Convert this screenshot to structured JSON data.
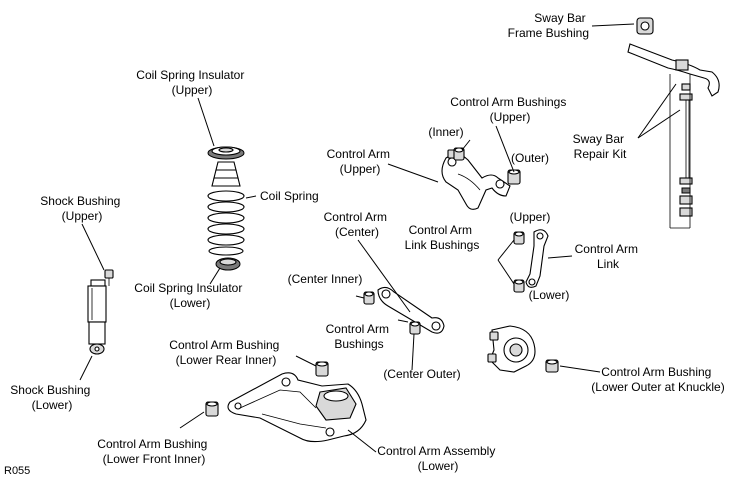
{
  "labels": {
    "sway_bar_frame_bushing": [
      "Sway Bar",
      "Frame Bushing"
    ],
    "coil_spring_insulator_upper": [
      "Coil Spring Insulator",
      "(Upper)"
    ],
    "control_arm_bushings_upper": [
      "Control Arm Bushings",
      "(Upper)"
    ],
    "inner": "(Inner)",
    "outer": "(Outer)",
    "control_arm_upper": [
      "Control Arm",
      "(Upper)"
    ],
    "sway_bar_repair_kit": [
      "Sway Bar",
      "Repair Kit"
    ],
    "coil_spring": "Coil Spring",
    "shock_bushing_upper": [
      "Shock Bushing",
      "(Upper)"
    ],
    "control_arm_center": [
      "Control Arm",
      "(Center)"
    ],
    "upper": "(Upper)",
    "control_arm_link_bushings": [
      "Control Arm",
      "Link Bushings"
    ],
    "control_arm_link": [
      "Control Arm",
      "Link"
    ],
    "coil_spring_insulator_lower": [
      "Coil Spring Insulator",
      "(Lower)"
    ],
    "center_inner": "(Center Inner)",
    "lower": "(Lower)",
    "control_arm_bushings": [
      "Control Arm",
      "Bushings"
    ],
    "control_arm_bushing_lower_rear_inner": [
      "Control Arm Bushing",
      "(Lower Rear Inner)"
    ],
    "center_outer": "(Center Outer)",
    "control_arm_bushing_lower_outer_knuckle": [
      "Control Arm Bushing",
      "(Lower Outer at Knuckle)"
    ],
    "shock_bushing_lower": [
      "Shock Bushing",
      "(Lower)"
    ],
    "control_arm_bushing_lower_front_inner": [
      "Control Arm Bushing",
      "(Lower Front Inner)"
    ],
    "control_arm_assembly_lower": [
      "Control Arm Assembly",
      "(Lower)"
    ]
  },
  "reference_code": "R055"
}
